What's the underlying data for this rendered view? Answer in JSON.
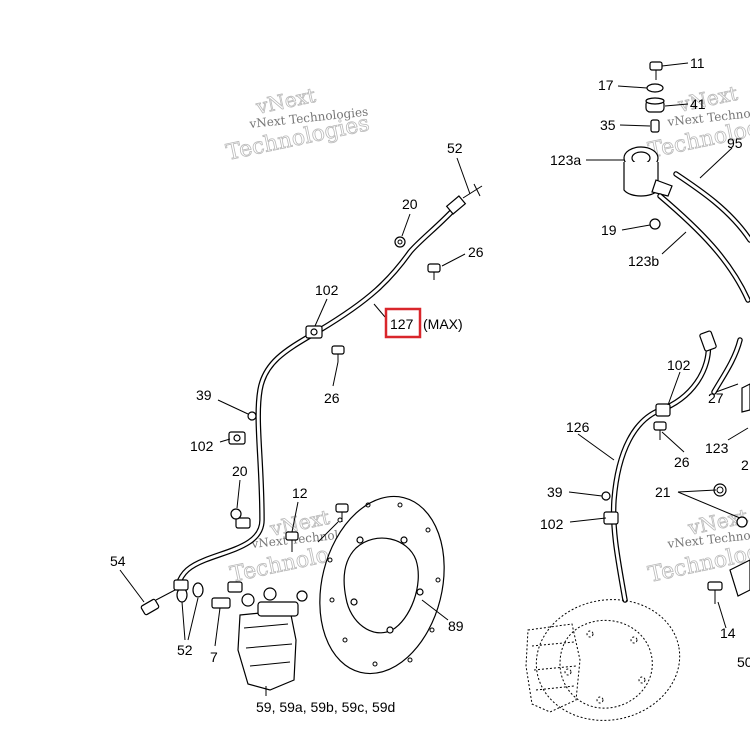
{
  "watermarks": [
    {
      "big": "vNext",
      "small": "vNext Technologies",
      "big2": "Technologies"
    }
  ],
  "callouts": {
    "c11": "11",
    "c17": "17",
    "c41": "41",
    "c35": "35",
    "c95": "95",
    "c123a": "123a",
    "c19": "19",
    "c123b": "123b",
    "c52_top": "52",
    "c20_top": "20",
    "c26_top": "26",
    "c102_top": "102",
    "c127": "127",
    "c127_max": "(MAX)",
    "c26_mid": "26",
    "c39_left": "39",
    "c102_left": "102",
    "c20_left": "20",
    "c12": "12",
    "c54": "54",
    "c52_bot": "52",
    "c7": "7",
    "c89": "89",
    "c59": "59, 59a, 59b, 59c, 59d",
    "c102_right": "102",
    "c27": "27",
    "c126": "126",
    "c26_right": "26",
    "c123": "123",
    "c2_partial": "2",
    "c39_right": "39",
    "c21": "21",
    "c102_right2": "102",
    "c14": "14",
    "c50_partial": "50"
  },
  "highlight_color": "#d9262b"
}
